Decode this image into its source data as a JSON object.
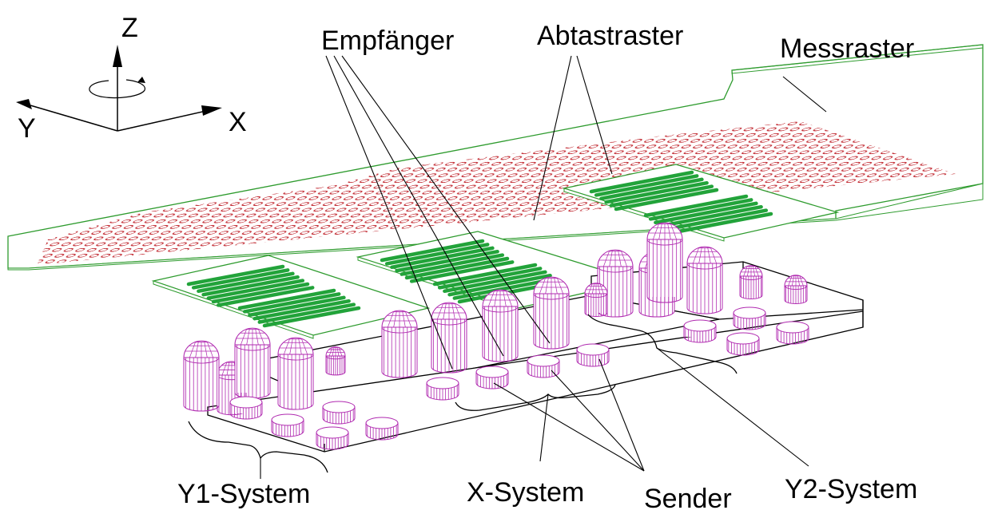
{
  "labels": {
    "z": "Z",
    "x": "X",
    "y": "Y",
    "empfaenger": "Empfänger",
    "abtastraster": "Abtastraster",
    "messraster": "Messraster",
    "y1_system": "Y1-System",
    "x_system": "X-System",
    "sender": "Sender",
    "y2_system": "Y2-System"
  },
  "colors": {
    "scale_outline": "#2e9b2e",
    "scale_pattern": "#c0242c",
    "grating": "#22a33a",
    "optics": "#b02ab0",
    "line": "#000000"
  }
}
